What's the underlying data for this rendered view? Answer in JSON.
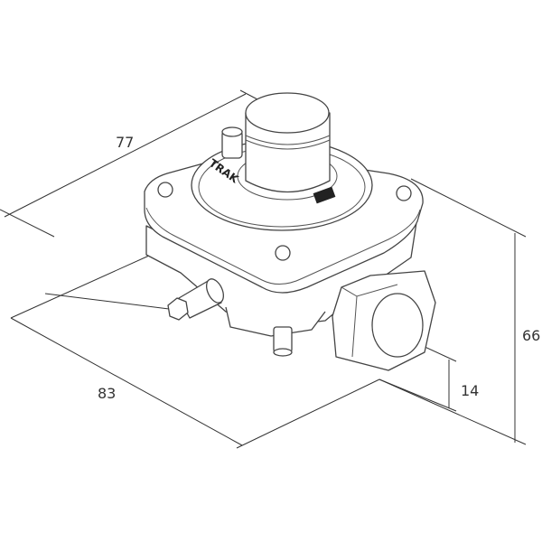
{
  "drawing": {
    "logo_text": "TRAK",
    "dimensions": {
      "width_top": "77",
      "depth_bottom": "83",
      "height": "66",
      "outlet_height": "14"
    }
  }
}
